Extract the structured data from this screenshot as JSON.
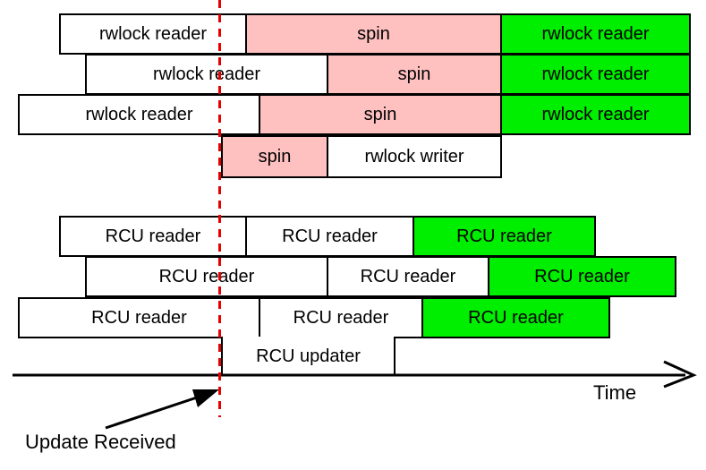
{
  "diagram": {
    "title_text": "",
    "colors": {
      "spin_pink": "#ffc0c0",
      "active_green": "#00ee00",
      "idle_white": "#ffffff",
      "marker_red": "#e60000",
      "stroke_black": "#000000"
    },
    "axis": {
      "label": "Time",
      "direction": "left-to-right"
    },
    "annotation": {
      "label": "Update Received",
      "marker_style": "red-dashed-vertical-line"
    },
    "rwlock_section": {
      "name": "rwlock",
      "rows": [
        {
          "row_name": "rwlock-reader-row-1",
          "segments": [
            {
              "label": "rwlock reader",
              "state": "reading",
              "fill": "white"
            },
            {
              "label": "spin",
              "state": "spinning",
              "fill": "pink"
            },
            {
              "label": "rwlock reader",
              "state": "reading",
              "fill": "green"
            }
          ]
        },
        {
          "row_name": "rwlock-reader-row-2",
          "segments": [
            {
              "label": "rwlock reader",
              "state": "reading",
              "fill": "white"
            },
            {
              "label": "spin",
              "state": "spinning",
              "fill": "pink"
            },
            {
              "label": "rwlock reader",
              "state": "reading",
              "fill": "green"
            }
          ]
        },
        {
          "row_name": "rwlock-reader-row-3",
          "segments": [
            {
              "label": "rwlock reader",
              "state": "reading",
              "fill": "white"
            },
            {
              "label": "spin",
              "state": "spinning",
              "fill": "pink"
            },
            {
              "label": "rwlock reader",
              "state": "reading",
              "fill": "green"
            }
          ]
        },
        {
          "row_name": "rwlock-writer-row",
          "segments": [
            {
              "label": "spin",
              "state": "spinning",
              "fill": "pink"
            },
            {
              "label": "rwlock writer",
              "state": "writing",
              "fill": "white"
            }
          ]
        }
      ]
    },
    "rcu_section": {
      "name": "RCU",
      "rows": [
        {
          "row_name": "rcu-reader-row-1",
          "segments": [
            {
              "label": "RCU reader",
              "state": "reading-old",
              "fill": "white"
            },
            {
              "label": "RCU reader",
              "state": "reading-old",
              "fill": "white"
            },
            {
              "label": "RCU reader",
              "state": "reading-new",
              "fill": "green"
            }
          ]
        },
        {
          "row_name": "rcu-reader-row-2",
          "segments": [
            {
              "label": "RCU reader",
              "state": "reading-old",
              "fill": "white"
            },
            {
              "label": "RCU reader",
              "state": "reading-old",
              "fill": "white"
            },
            {
              "label": "RCU reader",
              "state": "reading-new",
              "fill": "green"
            }
          ]
        },
        {
          "row_name": "rcu-reader-row-3",
          "segments": [
            {
              "label": "RCU reader",
              "state": "reading-old",
              "fill": "white"
            },
            {
              "label": "RCU reader",
              "state": "reading-old",
              "fill": "white"
            },
            {
              "label": "RCU reader",
              "state": "reading-new",
              "fill": "green"
            }
          ]
        },
        {
          "row_name": "rcu-updater-row",
          "segments": [
            {
              "label": "RCU updater",
              "state": "updating",
              "fill": "white"
            }
          ]
        }
      ]
    }
  }
}
